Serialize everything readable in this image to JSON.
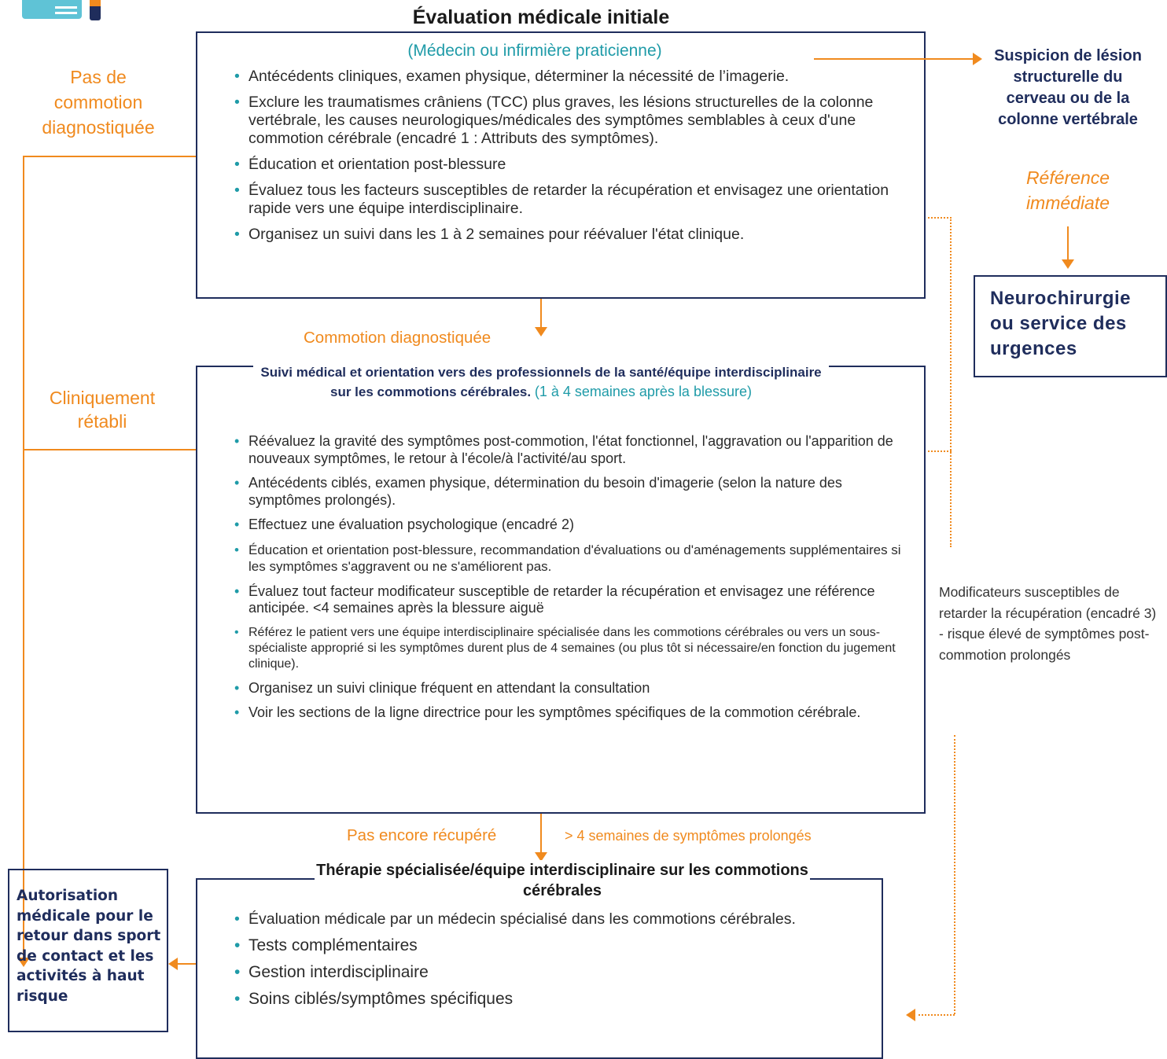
{
  "colors": {
    "accent": "#f08a1e",
    "teal": "#1f9ba8",
    "navy": "#1f2d5c"
  },
  "icons": [
    "logo-icon"
  ],
  "initial": {
    "title": "Évaluation médicale initiale",
    "subtitle": "(Médecin ou infirmière praticienne)",
    "items": [
      "Antécédents cliniques, examen physique, déterminer la nécessité de l’imagerie.",
      "Exclure les traumatismes crâniens (TCC)  plus graves, les lésions structurelles de la colonne vertébrale, les causes neurologiques/médicales des symptômes semblables à ceux d'une commotion cérébrale (encadré 1 : Attributs des symptômes).",
      "Éducation et orientation post-blessure",
      "Évaluez tous les facteurs susceptibles de retarder la récupération et envisagez une orientation rapide vers une équipe interdisciplinaire.",
      "Organisez un suivi dans les 1 à 2 semaines pour réévaluer l'état clinique."
    ]
  },
  "left": {
    "no_concussion": "Pas de commotion diagnostiquée",
    "recovered": "Cliniquement rétabli"
  },
  "right": {
    "suspicion": "Suspicion de lésion structurelle du cerveau ou de la colonne vertébrale",
    "referral": "Référence immédiate",
    "neuro": "Neurochirurgie ou service des urgences",
    "modifiers": "Modificateurs susceptibles de retarder la récupération (encadré 3) - risque élevé de symptômes post-commotion prolongés"
  },
  "diagnosed_label": "Commotion diagnostiquée",
  "followup": {
    "title_bold": "Suivi médical et orientation vers des professionnels de la santé/équipe interdisciplinaire sur les commotions cérébrales.",
    "title_extra": "(1 à 4 semaines après la blessure)",
    "items": [
      "Réévaluez la gravité des symptômes post-commotion, l'état fonctionnel, l'aggravation ou l'apparition de nouveaux symptômes, le retour à l'école/à l'activité/au sport.",
      "Antécédents ciblés, examen physique, détermination du besoin d'imagerie (selon la nature des symptômes prolongés).",
      "Effectuez une évaluation psychologique (encadré 2)",
      "Éducation et orientation post-blessure, recommandation d'évaluations ou d'aménagements supplémentaires si les symptômes s'aggravent ou ne s'améliorent pas.",
      "Évaluez tout facteur modificateur susceptible de retarder la récupération et envisagez une référence anticipée. <4 semaines après la blessure aiguë",
      "Référez le patient vers une équipe interdisciplinaire spécialisée dans les commotions cérébrales ou vers un sous-spécialiste approprié si les symptômes durent plus de 4 semaines (ou plus tôt si nécessaire/en fonction du jugement clinique).",
      "Organisez un suivi clinique fréquent en attendant la consultation",
      "Voir les sections de la ligne directrice pour les symptômes spécifiques de la commotion cérébrale."
    ]
  },
  "not_recovered": "Pas encore récupéré",
  "prolonged": "> 4 semaines de symptômes prolongés",
  "therapy": {
    "title": "Thérapie spécialisée/équipe interdisciplinaire sur les commotions cérébrales",
    "items": [
      "Évaluation médicale par un médecin spécialisé dans les commotions cérébrales.",
      "Tests complémentaires",
      "Gestion interdisciplinaire",
      "Soins ciblés/symptômes spécifiques"
    ]
  },
  "clearance": "Autorisation médicale pour le retour dans sport de contact et les activités à haut  risque"
}
